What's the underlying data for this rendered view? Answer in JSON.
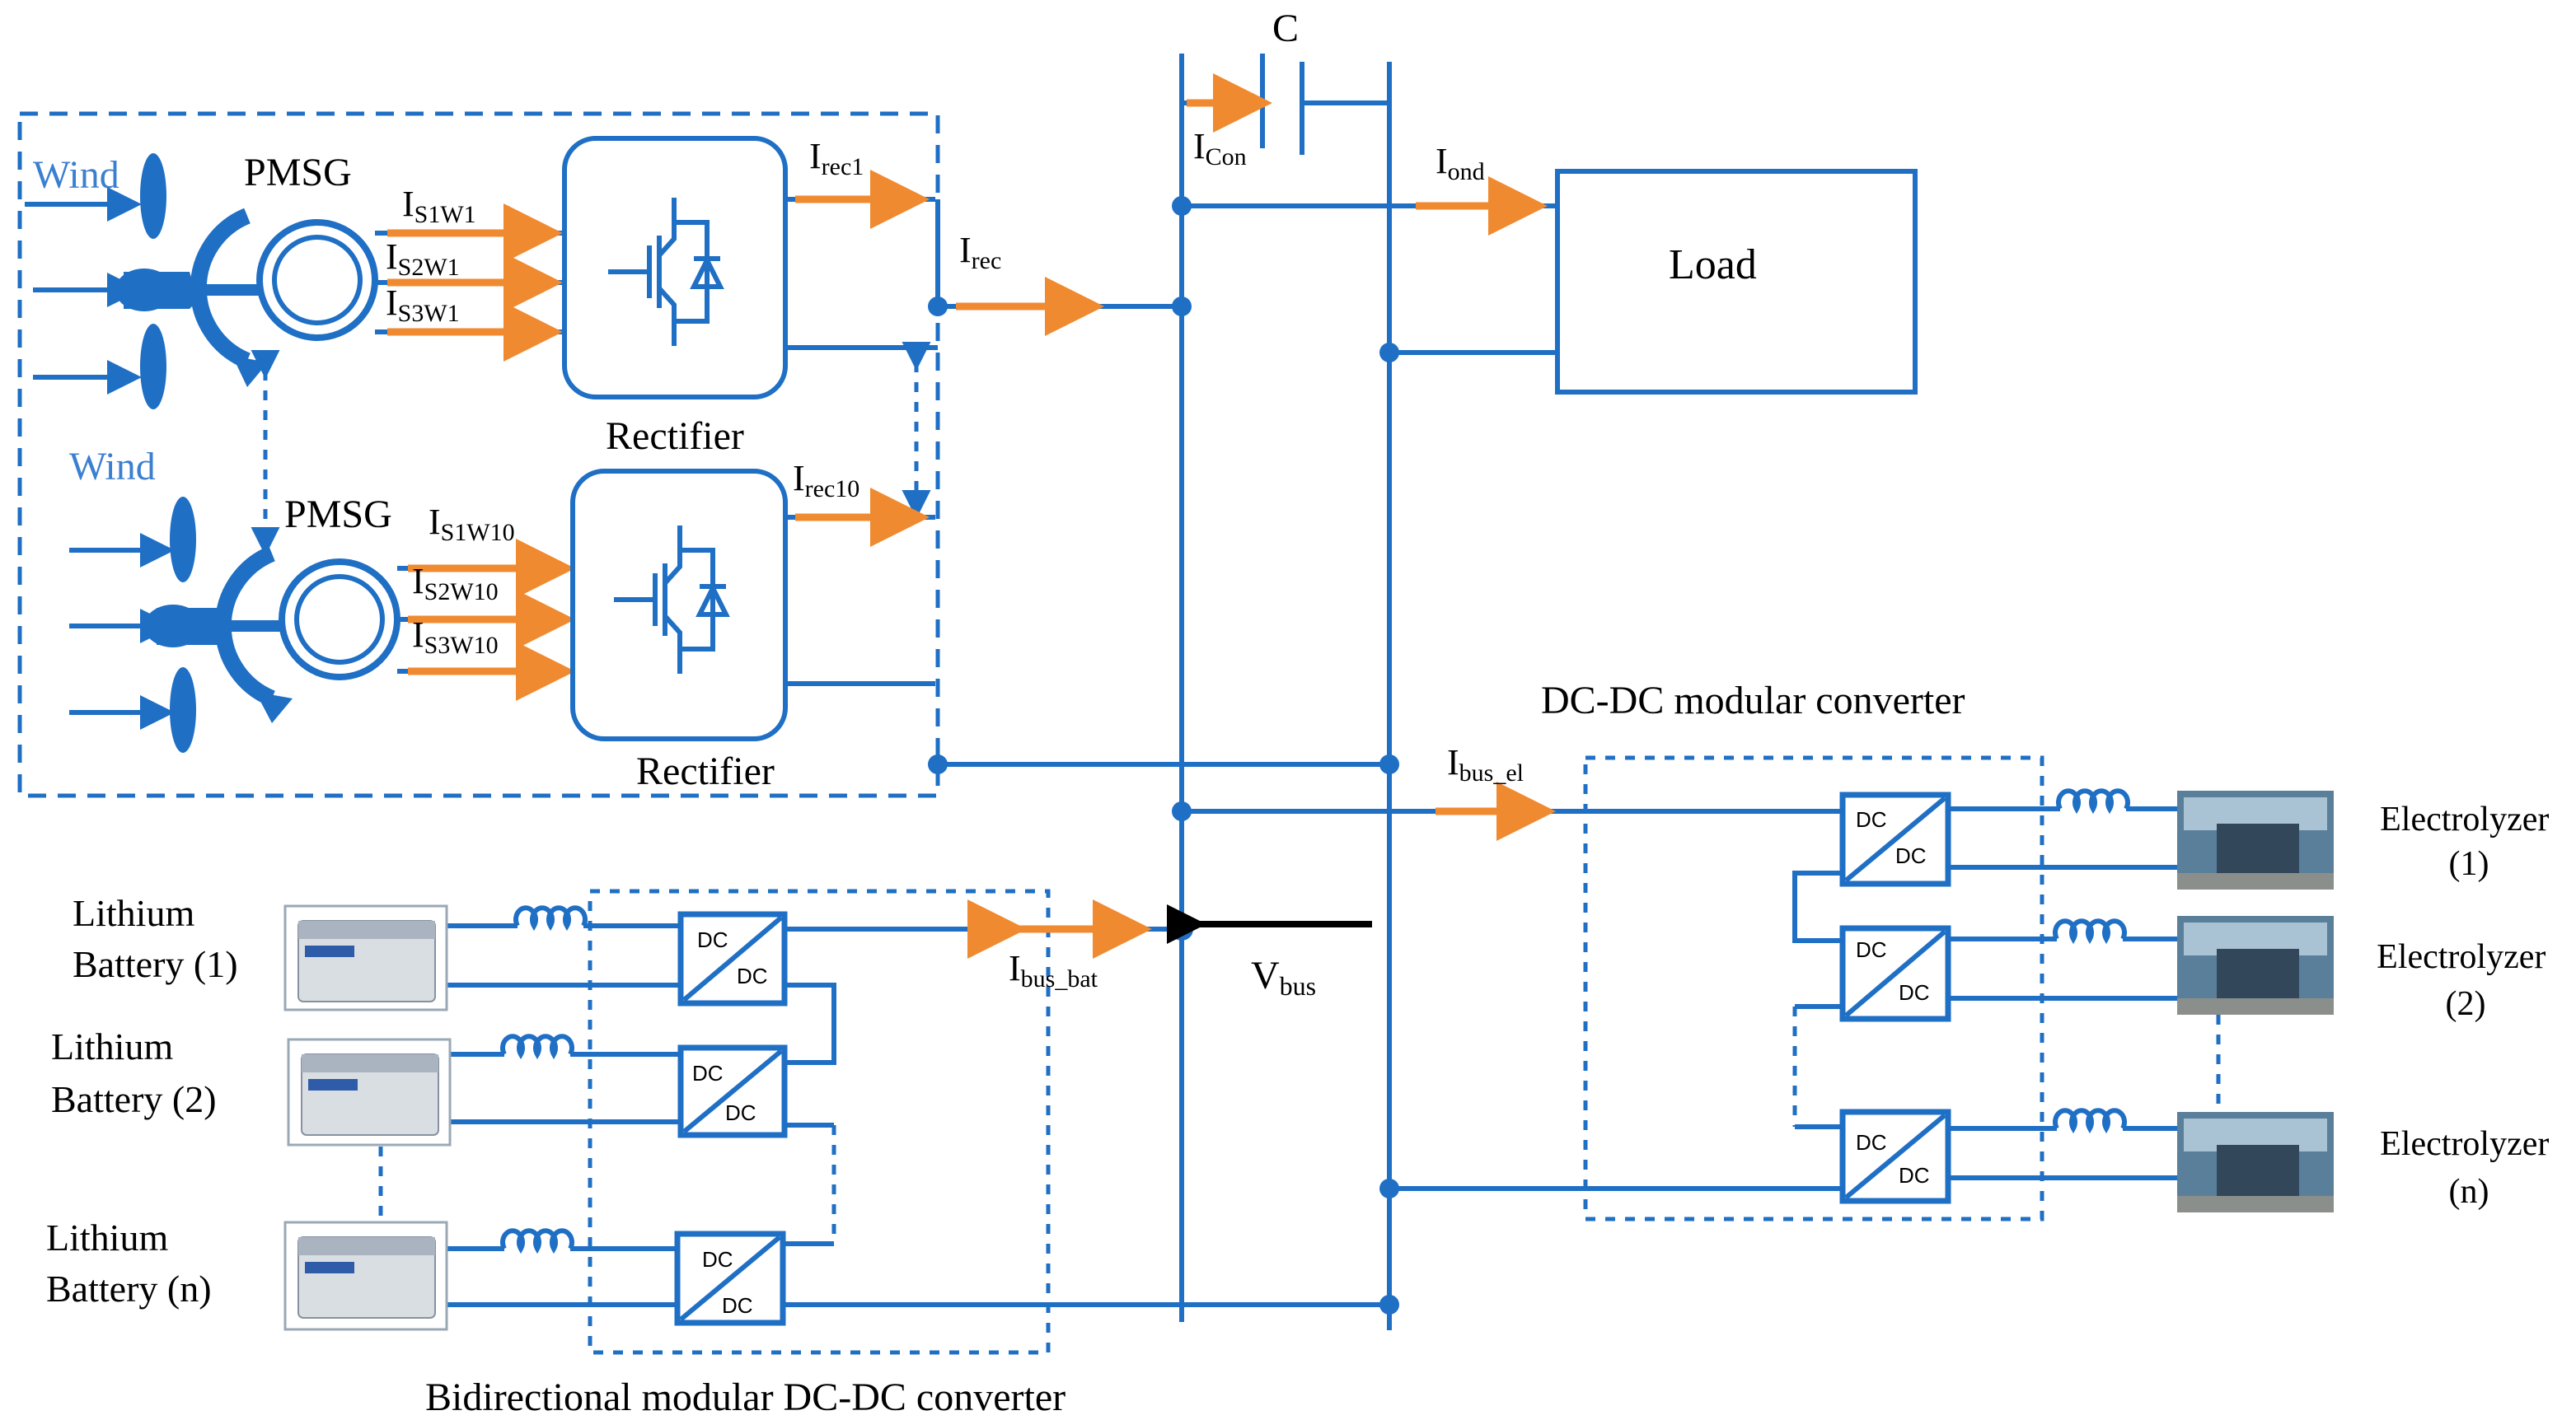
{
  "labels": {
    "c": "C",
    "load": "Load",
    "wind_1": "Wind",
    "wind_2": "Wind",
    "pmsg_1": "PMSG",
    "pmsg_2": "PMSG",
    "rectifier_1": "Rectifier",
    "rectifier_2": "Rectifier",
    "dcdc_converter_title": "DC-DC modular  converter",
    "bidirectional_title": "Bidirectional  modular  DC-DC converter",
    "battery_1": [
      "Lithium",
      "Battery (1)"
    ],
    "battery_2": [
      "Lithium",
      "Battery (2)"
    ],
    "battery_n": [
      "Lithium",
      "Battery (n)"
    ],
    "electrolyzer_1": [
      "Electrolyzer",
      "(1)"
    ],
    "electrolyzer_2": [
      "Electrolyzer",
      "(2)"
    ],
    "electrolyzer_n": [
      "Electrolyzer",
      "(n)"
    ],
    "dc": "DC"
  },
  "currents": {
    "i_s1w1": {
      "main": "I",
      "sub": "S1W1"
    },
    "i_s2w1": {
      "main": "I",
      "sub": "S2W1"
    },
    "i_s3w1": {
      "main": "I",
      "sub": "S3W1"
    },
    "i_s1w10": {
      "main": "I",
      "sub": "S1W10"
    },
    "i_s2w10": {
      "main": "I",
      "sub": "S2W10"
    },
    "i_s3w10": {
      "main": "I",
      "sub": "S3W10"
    },
    "i_rec1": {
      "main": "I",
      "sub": "rec1"
    },
    "i_rec10": {
      "main": "I",
      "sub": "rec10"
    },
    "i_rec": {
      "main": "I",
      "sub": "rec"
    },
    "i_con": {
      "main": "I",
      "sub": "Con"
    },
    "i_ond": {
      "main": "I",
      "sub": "ond"
    },
    "i_bus_el": {
      "main": "I",
      "sub": "bus_el"
    },
    "i_bus_bat": {
      "main": "I",
      "sub": "bus_bat"
    },
    "v_bus": {
      "main": "V",
      "sub": "bus"
    }
  },
  "colors": {
    "wire": "#1f6fc5",
    "current_arrow": "#f08a30",
    "wind_text": "#3b7fd0",
    "voltage_arrow": "#000000"
  }
}
